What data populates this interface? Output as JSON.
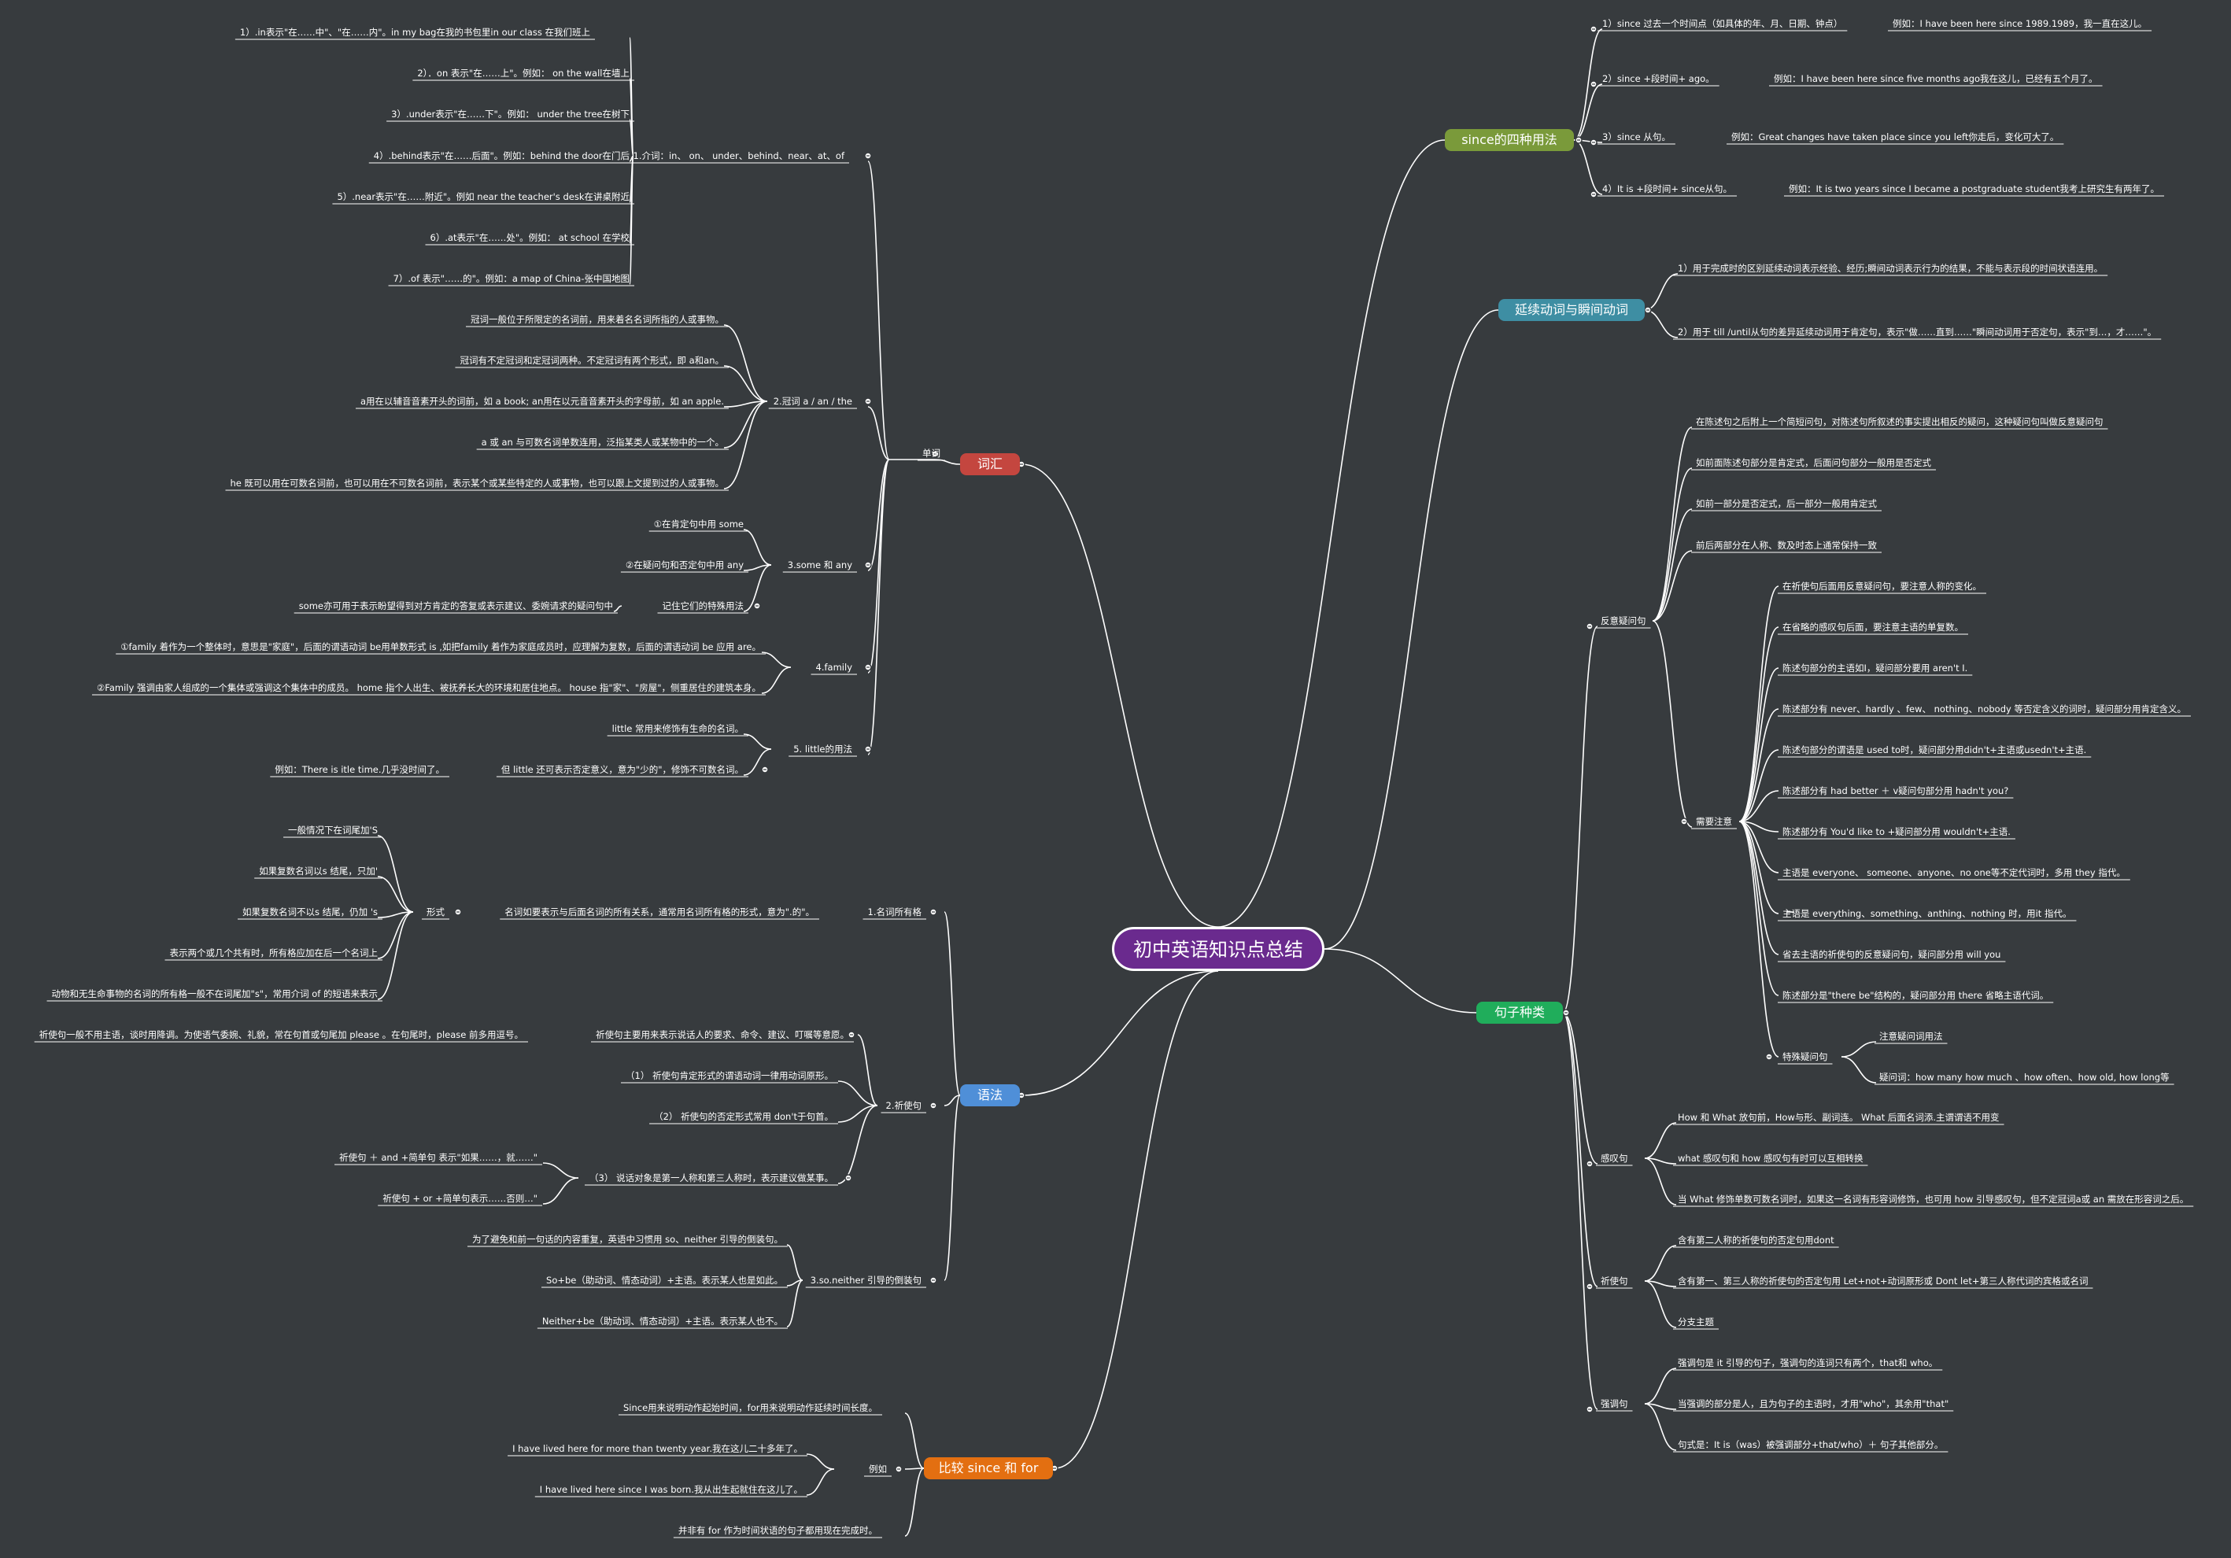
{
  "colors": {
    "background": "#373b3e",
    "root": "#6a2a8e",
    "vocab": "#c4463f",
    "grammar": "#4f8fd8",
    "compare": "#e36f11",
    "since_usage": "#7a9a3a",
    "dur_verb": "#3e8ea3",
    "sentence": "#20ad5b",
    "line": "#ffffff"
  },
  "root": "初中英语知识点总结",
  "branches": {
    "vocab": {
      "label": "词汇",
      "word": "单词",
      "prep": {
        "title": "1.介词：in、 on、 under、behind、near、at、of",
        "items": [
          "1）.in表示\"在……中\"、\"在……内\"。in my bag在我的书包里in our class 在我们班上",
          "2）．on 表示\"在……上\"。例如： on the wall在墙上",
          "3）.under表示\"在……下\"。例如： under the tree在树下",
          "4）.behind表示\"在……后面\"。例如：behind the door在门后",
          "5）.near表示\"在……附近\"。例如 near the teacher's desk在讲桌附近",
          "6）.at表示\"在……处\"。例如： at school 在学校",
          "7）.of 表示\"……的\"。例如：a map of China-张中国地图"
        ]
      },
      "article": {
        "title": "2.冠词 a / an / the",
        "items": [
          "冠词一般位于所限定的名词前，用来着名名词所指的人或事物。",
          "冠词有不定冠词和定冠词两种。不定冠词有两个形式，即 a和an。",
          "a用在以辅音音素开头的词前，如 a book; an用在以元音音素开头的字母前，如 an apple.",
          "a 或 an 与可数名词单数连用，泛指某类人或某物中的一个。",
          "he 既可以用在可数名词前，也可以用在不可数名词前，表示某个或某些特定的人或事物，也可以跟上文提到过的人或事物。"
        ]
      },
      "some": {
        "title": "3.some 和 any",
        "items": [
          "①在肯定句中用 some",
          "②在疑问句和否定句中用 any"
        ],
        "special": "记住它们的特殊用法",
        "special_note": "some亦可用于表示盼望得到对方肯定的答复或表示建议、委婉请求的疑问句中"
      },
      "family": {
        "title": "4.family",
        "items": [
          "①family 着作为一个整体时，意思是\"家庭\"，后面的谓语动词 be用单数形式 is ,如把family 着作为家庭成员时，应理解为复数，后面的谓语动词 be 应用 are。",
          "②Family 强调由家人组成的一个集体或强调这个集体中的成员。 home 指个人出生、被抚养长大的环境和居住地点。 house 指\"家\"、\"房屋\"，侧重居住的建筑本身。"
        ]
      },
      "little": {
        "title": "5. little的用法",
        "items": [
          "little 常用来修饰有生命的名词。",
          "但 little 还可表示否定意义，意为\"少的\"，修饰不可数名词。"
        ],
        "example": "例如：There is itle time.几乎没时间了。"
      }
    },
    "grammar": {
      "label": "语法",
      "possessive": {
        "title": "1.名词所有格",
        "desc": "名词如要表示与后面名词的所有关系，通常用名词所有格的形式，意为\".的\"。",
        "form": "形式",
        "forms": [
          "一般情况下在词尾加'S",
          "如果复数名词以s 结尾，只加'",
          "如果复数名词不以s 结尾，仍加 's",
          "表示两个或几个共有时，所有格应加在后一个名词上",
          "动物和无生命事物的名词的所有格一般不在词尾加\"s\"，常用介词 of 的短语来表示"
        ]
      },
      "imperative": {
        "title": "2.祈使句",
        "desc": "祈使句主要用来表示说话人的要求、命令、建议、叮嘱等意愿。",
        "desc_note": "祈使句一般不用主语，谈时用降调。为使语气委婉、礼貌，常在句首或句尾加 please 。在句尾时，please 前多用逗号。",
        "rules": [
          "（1） 祈使句肯定形式的谓语动词一律用动词原形。",
          "（2） 祈使句的否定形式常用 don't于句首。",
          "（3） 说话对象是第一人称和第三人称时，表示建议做某事。"
        ],
        "patterns": [
          "祈使句 ＋ and +简单句 表示\"如果……，就……\"",
          "祈使句 + or +简单句表示……否则…\""
        ]
      },
      "so_neither": {
        "title": "3.so.neither 引导的倒装句",
        "items": [
          "为了避免和前一句话的内容重复，英语中习惯用 so、neither 引导的倒装句。",
          "So+be（助动词、情态动词）+主语。表示某人也是如此。",
          "Neither+be（助动词、情态动词）+主语。表示某人也不。"
        ]
      }
    },
    "compare": {
      "label": "比较 since 和 for",
      "example": "例如",
      "items": [
        "Since用来说明动作起始时间，for用来说明动作延续时间长度。",
        "I have lived here for more than twenty year.我在这儿二十多年了。",
        "I have lived here since I was born.我从出生起就住在这儿了。",
        "并非有 for 作为时间状语的句子都用现在完成时。"
      ]
    },
    "since_usage": {
      "label": "since的四种用法",
      "items": [
        {
          "text": "1）since 过去一个时间点（如具体的年、月、日期、钟点）",
          "example": "例如：I have been here since 1989.1989，我一直在这儿。"
        },
        {
          "text": "2）since +段时间+ ago。",
          "example": "例如：I have been here since five months ago我在这儿，已经有五个月了。"
        },
        {
          "text": "3）since 从句。",
          "example": "例如：Great changes have taken place since you left你走后，变化可大了。"
        },
        {
          "text": "4）It is +段时间+ since从句。",
          "example": "例如：It is two years since I became a postgraduate student我考上研究生有两年了。"
        }
      ]
    },
    "dur_verb": {
      "label": "延续动词与瞬间动词",
      "items": [
        "1）用于完成时的区别延续动词表示经验、经历;瞬间动词表示行为的结果，不能与表示段的时间状语连用。",
        "2）用于 till /until从句的差异延续动词用于肯定句，表示\"做……直到……\"瞬间动词用于否定句，表示\"到…，才……\"。"
      ]
    },
    "sentence": {
      "label": "句子种类",
      "tag_q": {
        "label": "反意疑问句",
        "items": [
          "在陈述句之后附上一个简短问句，对陈述句所叙述的事实提出相反的疑问，这种疑问句叫做反意疑问句",
          "如前面陈述句部分是肯定式，后面问句部分一般用是否定式",
          "如前一部分是否定式，后一部分一般用肯定式",
          "前后两部分在人称、数及时态上通常保持一致"
        ],
        "notes_label": "需要注意",
        "notes": [
          "在祈使句后面用反意疑问句，要注意人称的变化。",
          "在省略的感叹句后面，要注意主语的单复数。",
          "陈述句部分的主语如I，疑问部分要用 aren't I.",
          "陈述部分有 never、hardly 、few、 nothing、nobody 等否定含义的词时，疑问部分用肯定含义。",
          "陈述句部分的谓语是 used to时，疑问部分用didn't+主语或usedn't+主语.",
          "陈述部分有 had better ＋ v疑问句部分用 hadn't you?",
          "陈述部分有 You'd like to +疑问部分用 wouldn't+主语.",
          "主语是 everyone、 someone、anyone、no one等不定代词时，多用 they 指代。",
          "主语是 everything、something、anthing、nothing 时，用it 指代。",
          "省去主语的祈使句的反意疑问句，疑问部分用 will you",
          "陈述部分是\"there be\"结构的，疑问部分用 there 省略主语代词。"
        ],
        "special_label": "特殊疑问句",
        "special": [
          "注意疑问词用法",
          "疑问词：how many how much 、how often、how old, how long等"
        ]
      },
      "exclaim": {
        "label": "感叹句",
        "items": [
          "How 和 What 放句前，How与形、副词连。 What 后面名词添.主谓谓语不用变",
          "what 感叹句和 how 感叹句有时可以互相转换",
          "当 What 修饰单数可数名词时，如果这一名词有形容词修饰，也可用 how 引导感叹句，但不定冠词a或 an 需放在形容词之后。"
        ]
      },
      "imper": {
        "label": "祈使句",
        "items": [
          "含有第二人称的祈使句的否定句用dont",
          "含有第一、第三人称的祈使句的否定句用 Let+not+动词原形或 Dont let+第三人称代词的宾格或名词",
          "分支主题"
        ]
      },
      "emph": {
        "label": "强调句",
        "items": [
          "强调句是 it 引导的句子，强调句的连词只有两个，that和 who。",
          "当强调的部分是人，且为句子的主语时，才用\"who\"，其余用\"that\"",
          "句式是：It is（was）被强调部分+that/who）＋ 句子其他部分。"
        ]
      }
    }
  }
}
